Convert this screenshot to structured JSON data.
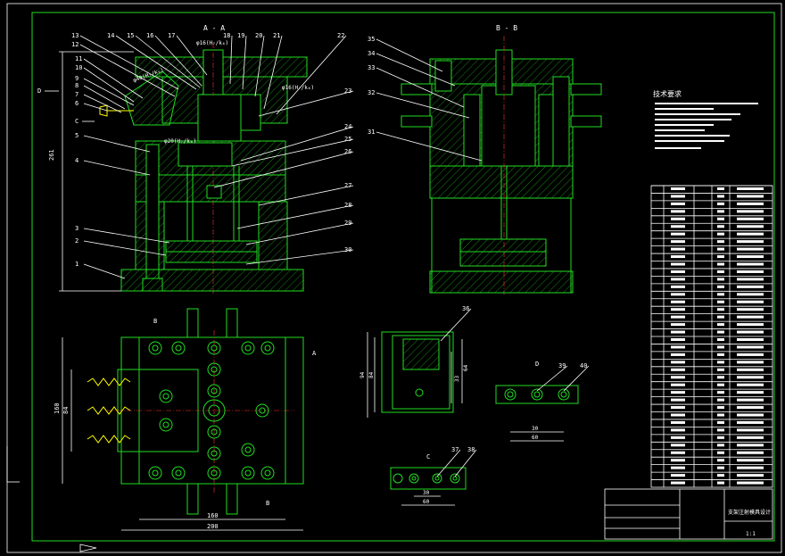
{
  "sections": {
    "aa": "A - A",
    "bb": "B - B",
    "d_view": "D",
    "c_view": "C"
  },
  "side_markers": {
    "d": "D",
    "c": "C",
    "b_top": "B",
    "b_bottom": "B",
    "a": "A"
  },
  "fits": {
    "f1": "φ16(H₇/k₆)",
    "f2": "φ20(H₇/k₆)",
    "f3": "φ16(H₇/k₆)",
    "f4": "φ40(H₇/k₆)"
  },
  "dims": {
    "height_261": "261",
    "w160": "160",
    "w200": "200",
    "h160": "160",
    "h84": "84",
    "h94": "94",
    "h84b": "84",
    "h33": "33",
    "h64": "64",
    "d30": "30",
    "d60": "60",
    "c30": "30",
    "c60": "60"
  },
  "part_numbers_left": [
    "13",
    "12",
    "11",
    "10",
    "9",
    "8",
    "7",
    "6",
    "5",
    "4",
    "3",
    "2",
    "1"
  ],
  "part_numbers_top": [
    "14",
    "15",
    "16",
    "17",
    "18",
    "19",
    "20",
    "21",
    "22"
  ],
  "part_numbers_right": [
    "23",
    "24",
    "25",
    "26",
    "27",
    "28",
    "29",
    "30"
  ],
  "part_numbers_bb": [
    "35",
    "34",
    "33",
    "32",
    "31"
  ],
  "part_numbers_misc": [
    "36",
    "39",
    "40",
    "37",
    "38"
  ],
  "tech_title": "技术要求",
  "title_block": {
    "drawing_name": "支架注射模具设计",
    "scale": "1:1"
  },
  "colors": {
    "outline": "#22dd22",
    "center": "#ff3333",
    "text": "#ffffff",
    "spring": "#ffff00"
  }
}
